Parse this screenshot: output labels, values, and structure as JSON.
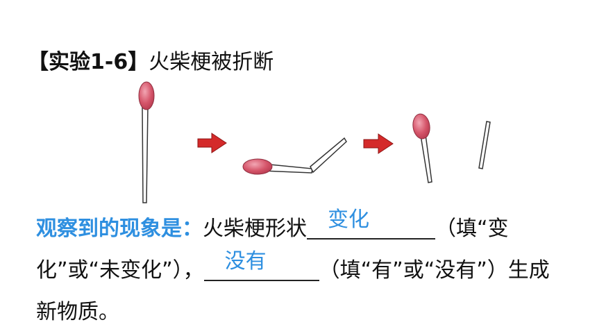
{
  "title": {
    "bracket_label": "【实验1-6】",
    "text": "火柴梗被折断"
  },
  "illustration": {
    "stages": [
      "intact-match",
      "bent-match",
      "broken-match"
    ],
    "head_color": "#d5556a",
    "arrow_color": "#d42a2a"
  },
  "question": {
    "lead": "观察到的现象是：",
    "part1": "火柴梗形状",
    "answer1": "变化",
    "part2": "（填“变化”或“未变化”），",
    "answer2": "没有",
    "part3": "（填“有”或“没有”）生成新物质。"
  }
}
